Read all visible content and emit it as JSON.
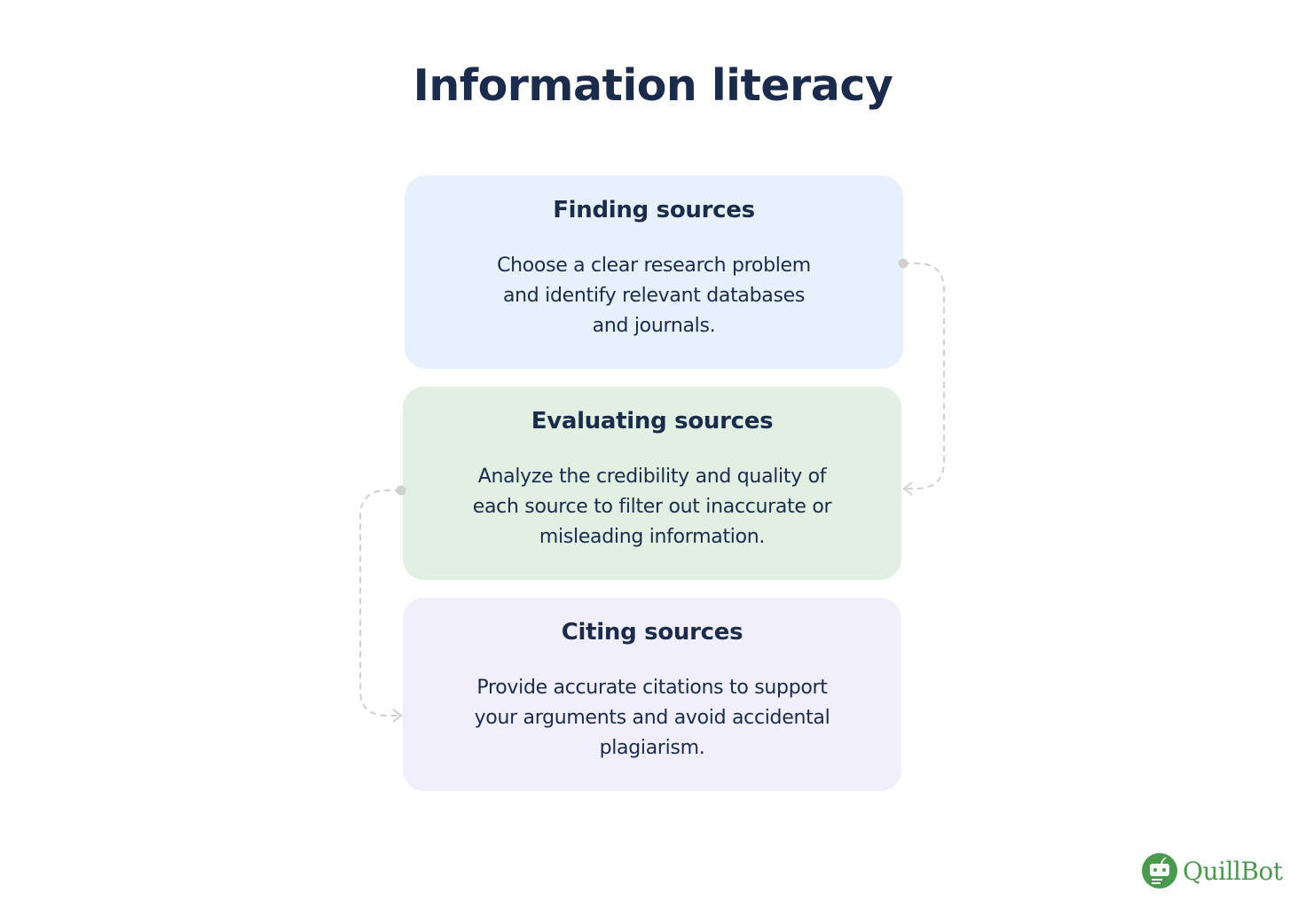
{
  "title": "Information literacy",
  "steps": [
    {
      "heading": "Finding sources",
      "line1": "Choose a clear research problem",
      "line2": "and identify relevant databases",
      "line3": "and journals.",
      "bg": "#e6f1fd"
    },
    {
      "heading": "Evaluating sources",
      "line1": "Analyze the credibility and quality of",
      "line2": "each source to filter out inaccurate or",
      "line3": "misleading information.",
      "bg": "#e1f0e2"
    },
    {
      "heading": "Citing sources",
      "line1": "Provide accurate citations to support",
      "line2": "your arguments and avoid accidental",
      "line3": "plagiarism.",
      "bg": "#f2effd"
    }
  ],
  "logo": {
    "text": "QuillBot",
    "color": "#4a9a4e"
  }
}
